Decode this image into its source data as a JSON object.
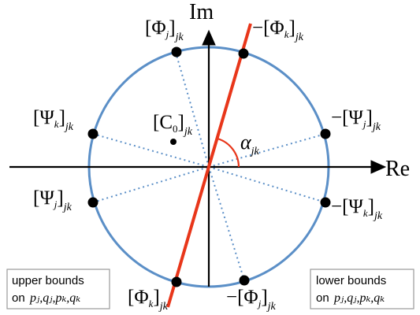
{
  "axes": {
    "imag_label": "Im",
    "real_label": "Re"
  },
  "angle_label": {
    "main": "α",
    "sub": "jk"
  },
  "points": [
    {
      "name": "phi-j",
      "main": "[Φ",
      "inner_sub": "j",
      "close": "]",
      "outer_sub": "jk"
    },
    {
      "name": "neg-phi-k",
      "main": "−[Φ",
      "inner_sub": "k",
      "close": "]",
      "outer_sub": "jk"
    },
    {
      "name": "psi-k",
      "main": "[Ψ",
      "inner_sub": "k",
      "close": "]",
      "outer_sub": "jk"
    },
    {
      "name": "neg-psi-j",
      "main": "−[Ψ",
      "inner_sub": "j",
      "close": "]",
      "outer_sub": "jk"
    },
    {
      "name": "psi-j",
      "main": "[Ψ",
      "inner_sub": "j",
      "close": "]",
      "outer_sub": "jk"
    },
    {
      "name": "neg-psi-k",
      "main": "−[Ψ",
      "inner_sub": "k",
      "close": "]",
      "outer_sub": "jk"
    },
    {
      "name": "phi-k",
      "main": "[Φ",
      "inner_sub": "k",
      "close": "]",
      "outer_sub": "jk"
    },
    {
      "name": "neg-phi-j",
      "main": "−[Φ",
      "inner_sub": "j",
      "close": "]",
      "outer_sub": "jk"
    }
  ],
  "center_label": {
    "main": "[C",
    "inner_sub": "0",
    "close": "]",
    "outer_sub": "jk"
  },
  "upper_box": {
    "line1": "upper bounds",
    "line2_prefix": "on",
    "line2_vars": "pⱼ,qⱼ,pₖ,qₖ"
  },
  "lower_box": {
    "line1": "lower bounds",
    "line2_prefix": "on",
    "line2_vars": "pⱼ,qⱼ,pₖ,qₖ"
  },
  "colors": {
    "circle": "#5b8fc7",
    "red_line": "#e8361a",
    "dotted": "#5b8fc7",
    "axis": "#000000"
  }
}
